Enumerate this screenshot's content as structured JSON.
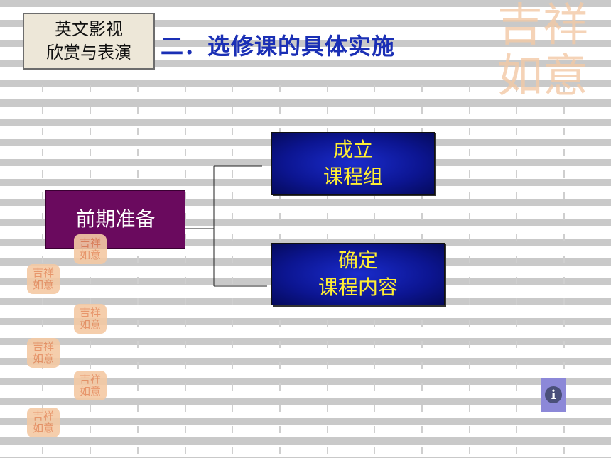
{
  "course_tag": {
    "line1": "英文影视",
    "line2": "欣赏与表演"
  },
  "title": "二．选修课的具体实施",
  "diagram": {
    "root": "前期准备",
    "children": [
      {
        "line1": "成立",
        "line2": "课程组"
      },
      {
        "line1": "确定",
        "line2": "课程内容"
      }
    ]
  },
  "decoration": {
    "seal_text": [
      "吉",
      "祥",
      "如",
      "意"
    ]
  },
  "colors": {
    "title": "#1a2fb5",
    "root_box": "#6a0a5e",
    "child_box": "#0c1591",
    "child_text": "#ffee33",
    "seal": "#f4c9a4"
  },
  "icons": {
    "info_button": "info-icon"
  }
}
